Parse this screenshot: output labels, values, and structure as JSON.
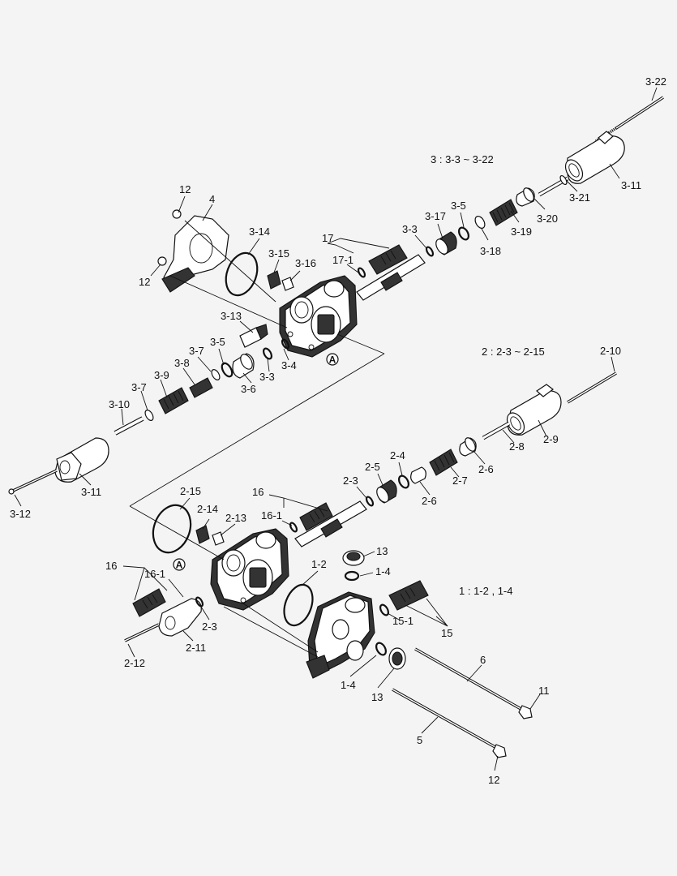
{
  "groups": {
    "g3": "3 : 3-3 ~ 3-22",
    "g2": "2 : 2-3 ~ 2-15",
    "g1": "1 : 1-2 , 1-4"
  },
  "reference_mark": "A",
  "labels": {
    "l3_22": "3-22",
    "l3_11a": "3-11",
    "l3_21": "3-21",
    "l3_20": "3-20",
    "l3_19": "3-19",
    "l3_18": "3-18",
    "l3_5a": "3-5",
    "l3_17": "3-17",
    "l3_3a": "3-3",
    "l17": "17",
    "l17_1": "17-1",
    "l12a": "12",
    "l4": "4",
    "l12b": "12",
    "l3_14": "3-14",
    "l3_15": "3-15",
    "l3_16": "3-16",
    "l3_13": "3-13",
    "l3_7a": "3-7",
    "l3_5b": "3-5",
    "l3_8": "3-8",
    "l3_9": "3-9",
    "l3_7b": "3-7",
    "l3_10": "3-10",
    "l3_6": "3-6",
    "l3_3b": "3-3",
    "l3_4": "3-4",
    "l3_11b": "3-11",
    "l3_12": "3-12",
    "l2_10": "2-10",
    "l2_9": "2-9",
    "l2_8": "2-8",
    "l2_6a": "2-6",
    "l2_7": "2-7",
    "l2_4": "2-4",
    "l2_5": "2-5",
    "l2_6b": "2-6",
    "l2_3a": "2-3",
    "l16a": "16",
    "l16_1a": "16-1",
    "l2_15": "2-15",
    "l2_14": "2-14",
    "l2_13": "2-13",
    "l16b": "16",
    "l16_1b": "16-1",
    "l2_3b": "2-3",
    "l2_11": "2-11",
    "l2_12": "2-12",
    "l13a": "13",
    "l1_4a": "1-4",
    "l1_2": "1-2",
    "l15_1": "15-1",
    "l15": "15",
    "l1_4b": "1-4",
    "l13b": "13",
    "l6": "6",
    "l11": "11",
    "l5": "5",
    "l12c": "12"
  }
}
